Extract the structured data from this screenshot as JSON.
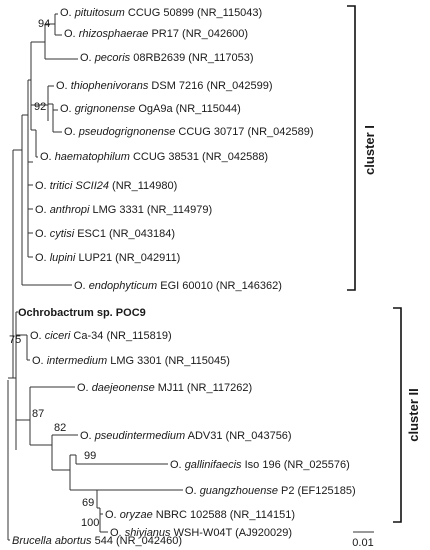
{
  "taxa": [
    {
      "id": "t1",
      "genus": "O.",
      "species": "pituitosum",
      "rest": "CCUG 50899 (NR_115043)"
    },
    {
      "id": "t2",
      "genus": "O.",
      "species": "rhizosphaerae",
      "rest": "PR17 (NR_042600)"
    },
    {
      "id": "t3",
      "genus": "O.",
      "species": "pecoris",
      "rest": "08RB2639 (NR_117053)"
    },
    {
      "id": "t4",
      "genus": "O.",
      "species": "thiophenivorans",
      "rest": "DSM 7216 (NR_042599)"
    },
    {
      "id": "t5",
      "genus": "O.",
      "species": "grignonense",
      "rest": "OgA9a (NR_115044)"
    },
    {
      "id": "t6",
      "genus": "O.",
      "species": "pseudogrignonense",
      "rest": "CCUG 30717 (NR_042589)"
    },
    {
      "id": "t7",
      "genus": "O.",
      "species": "haematophilum",
      "rest": "CCUG 38531 (NR_042588)"
    },
    {
      "id": "t8",
      "genus": "O.",
      "species": "tritici SCII24",
      "rest": "(NR_114980)"
    },
    {
      "id": "t9",
      "genus": "O.",
      "species": "anthropi",
      "rest": "LMG 3331 (NR_114979)"
    },
    {
      "id": "t10",
      "genus": "O.",
      "species": "cytisi",
      "rest": "ESC1 (NR_043184)"
    },
    {
      "id": "t11",
      "genus": "O.",
      "species": "lupini",
      "rest": "LUP21 (NR_042911)"
    },
    {
      "id": "t12",
      "genus": "O.",
      "species": "endophyticum",
      "rest": "EGI 60010 (NR_146362)"
    },
    {
      "id": "t13",
      "genus": "",
      "species": "",
      "rest": "",
      "bold_label": "Ochrobactrum sp. POC9"
    },
    {
      "id": "t14",
      "genus": "O.",
      "species": "ciceri",
      "rest": "Ca-34 (NR_115819)"
    },
    {
      "id": "t15",
      "genus": "O.",
      "species": "intermedium",
      "rest": "LMG 3301 (NR_115045)"
    },
    {
      "id": "t16",
      "genus": "O.",
      "species": "daejeonense",
      "rest": "MJ11 (NR_117262)"
    },
    {
      "id": "t17",
      "genus": "O.",
      "species": "pseudintermedium",
      "rest": "ADV31 (NR_043756)"
    },
    {
      "id": "t18",
      "genus": "O.",
      "species": "gallinifaecis",
      "rest": "Iso 196 (NR_025576)"
    },
    {
      "id": "t19",
      "genus": "O.",
      "species": "guangzhouense",
      "rest": "P2 (EF125185)"
    },
    {
      "id": "t20",
      "genus": "O.",
      "species": "oryzae",
      "rest": "NBRC 102588 (NR_114151)"
    },
    {
      "id": "t21",
      "genus": "O.",
      "species": "shiyianus",
      "rest": "WSH-W04T (AJ920029)"
    },
    {
      "id": "t22",
      "genus": "Brucella",
      "species": "abortus",
      "rest": "544 (NR_042460)"
    }
  ],
  "bootstrap": {
    "b94": "94",
    "b92": "92",
    "b75": "75",
    "b87": "87",
    "b82": "82",
    "b99": "99",
    "b69": "69",
    "b100": "100"
  },
  "clusters": {
    "cluster1": "cluster I",
    "cluster2": "cluster II"
  },
  "scale": {
    "label": "0.01"
  }
}
